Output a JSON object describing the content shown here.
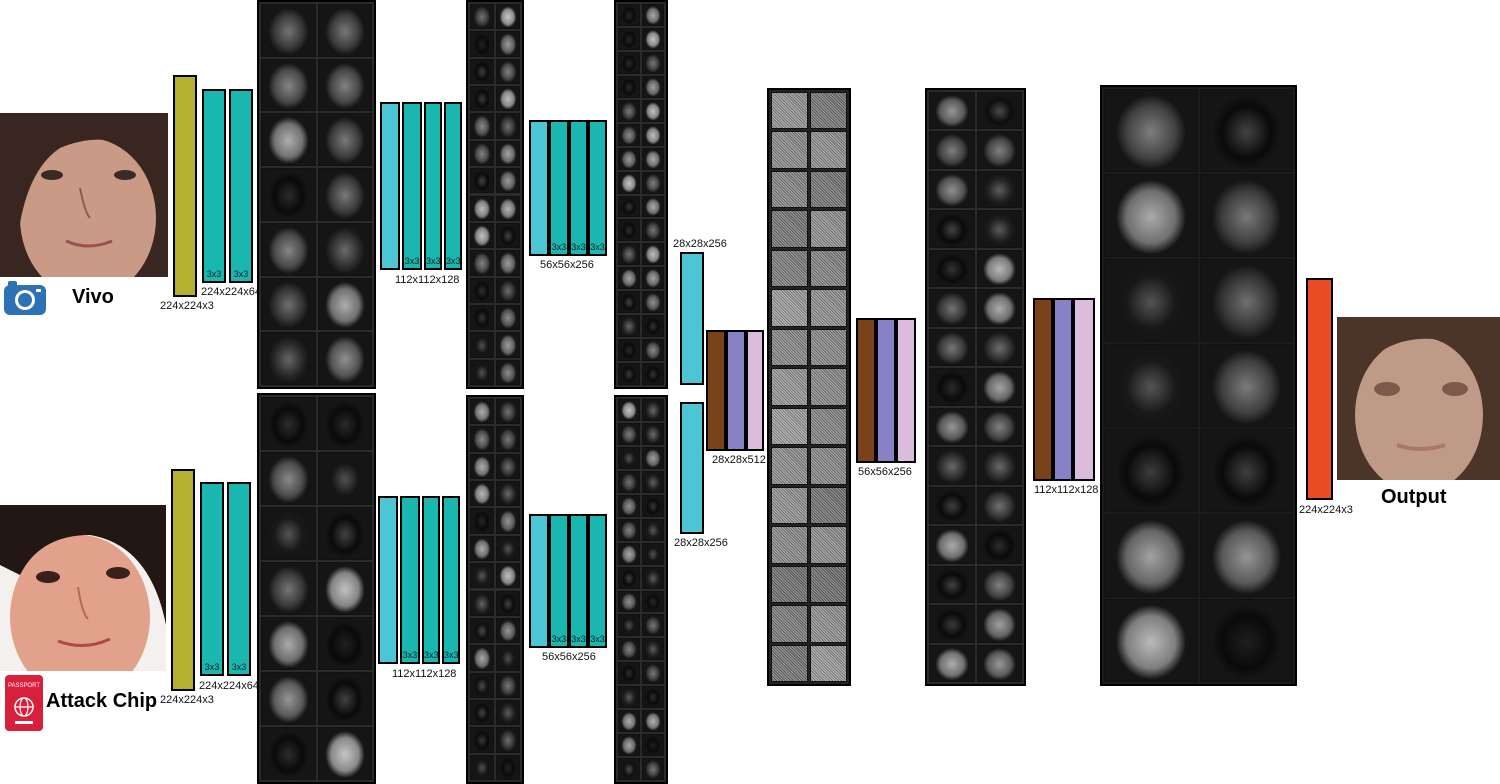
{
  "inputs": {
    "vivo": {
      "label": "Vivo",
      "icon": "camera-icon",
      "skin": "#c99a86",
      "hair": "#3a2620"
    },
    "attack": {
      "label": "Attack Chip",
      "icon": "passport-icon",
      "icon_caption": "PASSPORT",
      "skin": "#e2a18a",
      "hair": "#231713"
    }
  },
  "output": {
    "label": "Output",
    "skin": "#c4a08c",
    "hair": "#4a3528"
  },
  "colors": {
    "input_layer": "#b4b030",
    "conv": "#1ab6b0",
    "conv_light": "#4cc6d2",
    "brown": "#7a4219",
    "purple": "#8782c6",
    "pink": "#dcbcdc",
    "output_layer": "#ea4c24"
  },
  "top_branch": {
    "input_dim": "224x224x3",
    "block1_dim": "224x224x64",
    "block1_kernels": [
      "3x3",
      "3x3"
    ],
    "block2_dim": "112x112x128",
    "block2_kernels": [
      "3x3",
      "3x3",
      "3x3"
    ],
    "block3_dim": "56x56x256",
    "block3_kernels": [
      "3x3",
      "3x3",
      "3x3"
    ],
    "block4_dim": "28x28x256"
  },
  "bottom_branch": {
    "input_dim": "224x224x3",
    "block1_dim": "224x224x64",
    "block1_kernels": [
      "3x3",
      "3x3"
    ],
    "block2_dim": "112x112x128",
    "block2_kernels": [
      "3x3",
      "3x3",
      "3x3"
    ],
    "block3_dim": "56x56x256",
    "block3_kernels": [
      "3x3",
      "3x3",
      "3x3"
    ],
    "block4_dim": "28x28x256"
  },
  "decoder": {
    "merge_dim": "28x28x512",
    "up1_dim": "56x56x256",
    "up2_dim": "112x112x128",
    "output_dim": "224x224x3"
  }
}
